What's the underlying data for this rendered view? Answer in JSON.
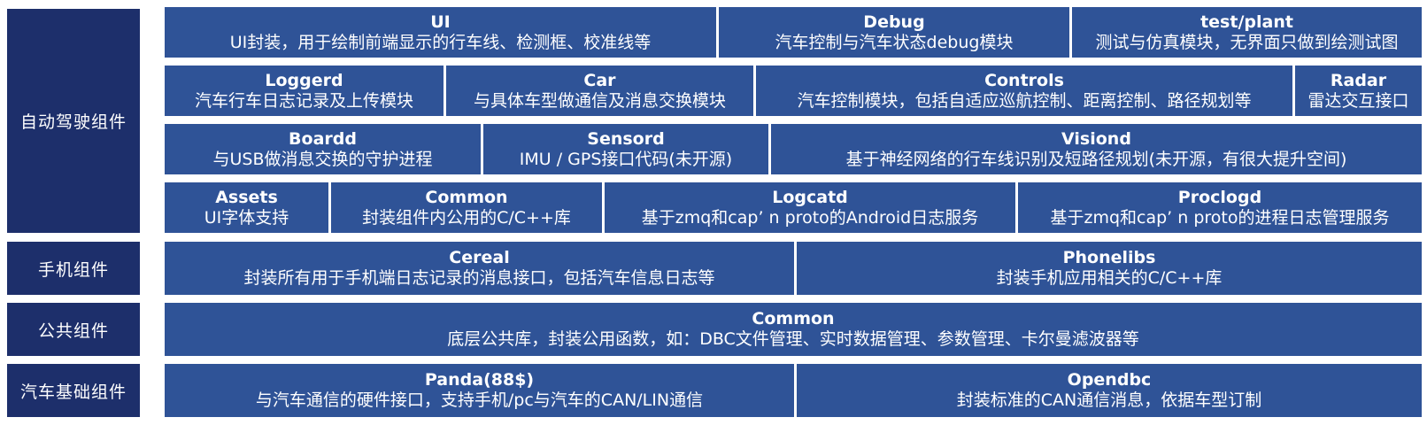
{
  "categories": [
    {
      "label": "自动驾驶组件"
    },
    {
      "label": "手机组件"
    },
    {
      "label": "公共组件"
    },
    {
      "label": "汽车基础组件"
    }
  ],
  "rows": [
    {
      "cells": [
        {
          "name": "UI",
          "desc": "UI封装，用于绘制前端显示的行车线、检测框、校准线等"
        },
        {
          "name": "Debug",
          "desc": "汽车控制与汽车状态debug模块"
        },
        {
          "name": "test/plant",
          "desc": "测试与仿真模块，无界面只做到绘测试图"
        }
      ]
    },
    {
      "cells": [
        {
          "name": "Loggerd",
          "desc": "汽车行车日志记录及上传模块"
        },
        {
          "name": "Car",
          "desc": "与具体车型做通信及消息交换模块"
        },
        {
          "name": "Controls",
          "desc": "汽车控制模块，包括自适应巡航控制、距离控制、路径规划等"
        },
        {
          "name": "Radar",
          "desc": "雷达交互接口"
        }
      ]
    },
    {
      "cells": [
        {
          "name": "Boardd",
          "desc": "与USB做消息交换的守护进程"
        },
        {
          "name": "Sensord",
          "desc": "IMU / GPS接口代码(未开源)"
        },
        {
          "name": "Visiond",
          "desc": "基于神经网络的行车线识别及短路径规划(未开源，有很大提升空间)"
        }
      ]
    },
    {
      "cells": [
        {
          "name": "Assets",
          "desc": "UI字体支持"
        },
        {
          "name": "Common",
          "desc": "封装组件内公用的C/C++库"
        },
        {
          "name": "Logcatd",
          "desc": "基于zmq和cap’ n proto的Android日志服务"
        },
        {
          "name": "Proclogd",
          "desc": "基于zmq和cap’ n proto的进程日志管理服务"
        }
      ]
    },
    {
      "cells": [
        {
          "name": "Cereal",
          "desc": "封装所有用于手机端日志记录的消息接口，包括汽车信息日志等"
        },
        {
          "name": "Phonelibs",
          "desc": "封装手机应用相关的C/C++库"
        }
      ]
    },
    {
      "cells": [
        {
          "name": "Common",
          "desc": "底层公共库，封装公用函数，如：DBC文件管理、实时数据管理、参数管理、卡尔曼滤波器等"
        }
      ]
    },
    {
      "cells": [
        {
          "name": "Panda(88$)",
          "desc": "与汽车通信的硬件接口，支持手机/pc与汽车的CAN/LIN通信"
        },
        {
          "name": "Opendbc",
          "desc": "封装标准的CAN通信消息，依据车型订制"
        }
      ]
    }
  ]
}
